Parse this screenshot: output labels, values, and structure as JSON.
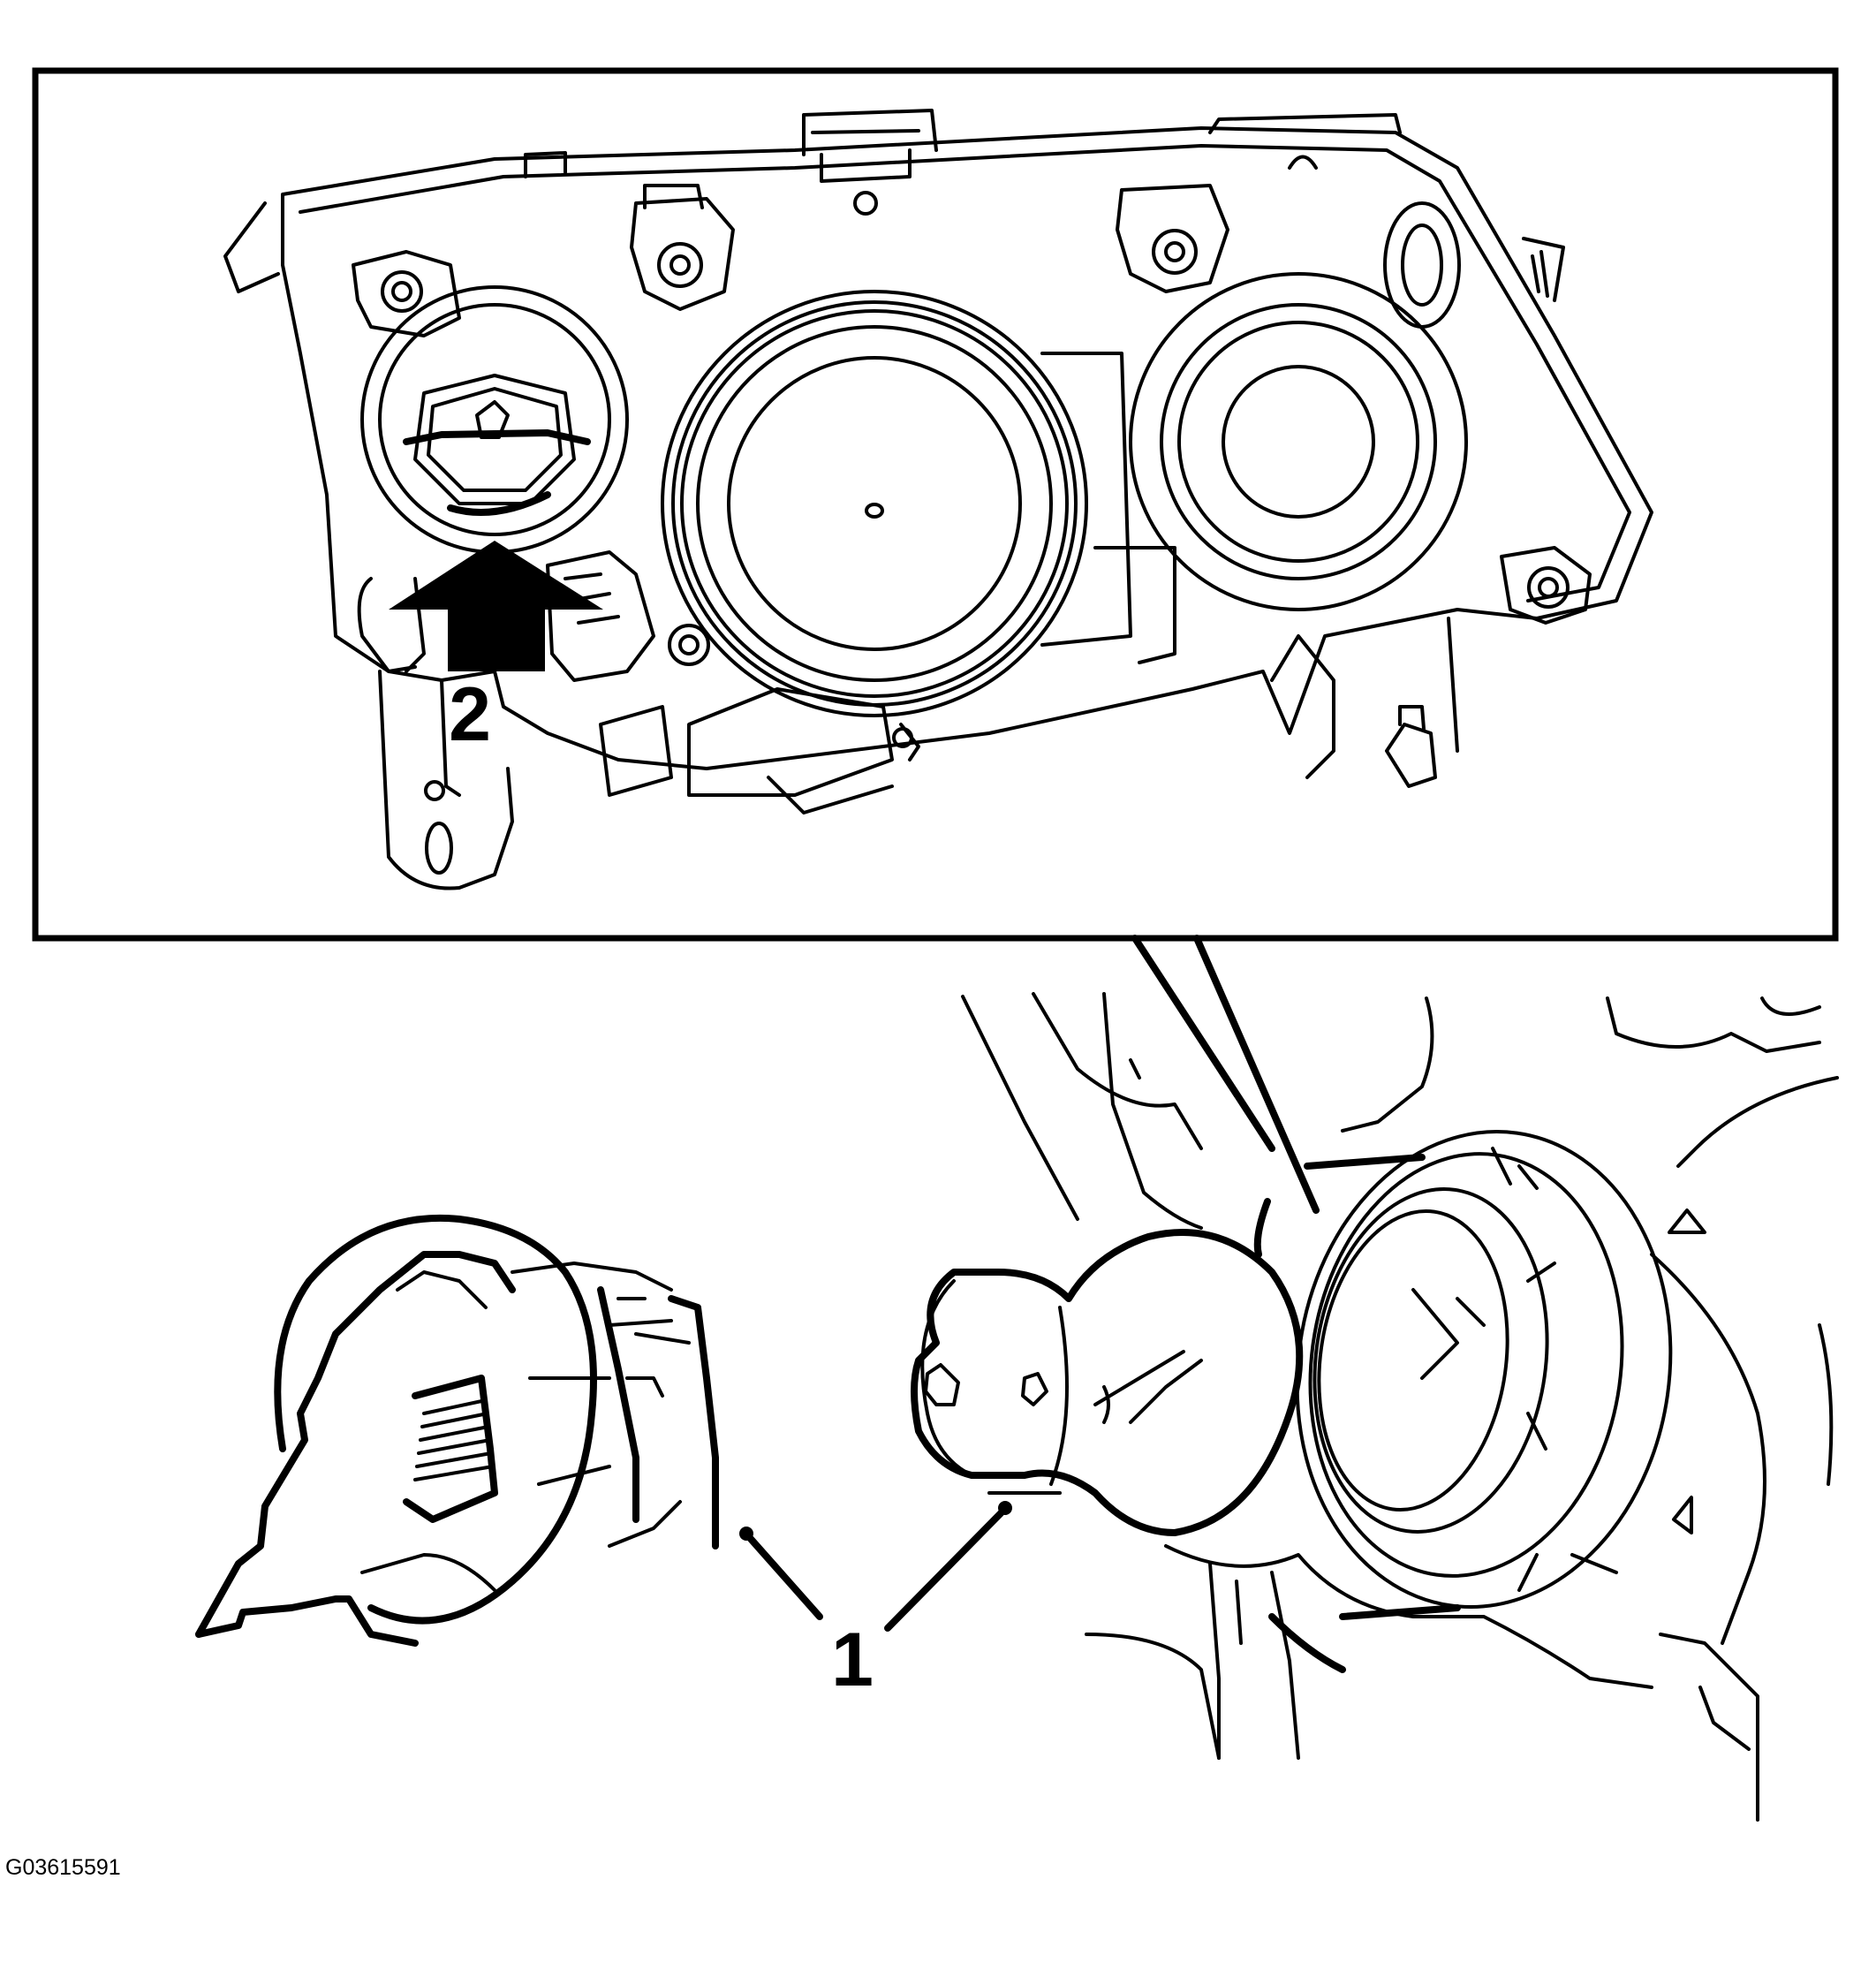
{
  "callouts": {
    "label_1": "1",
    "label_2": "2"
  },
  "figure_id": "G03615591",
  "icons": {
    "arrow": "direction-arrow-up"
  }
}
